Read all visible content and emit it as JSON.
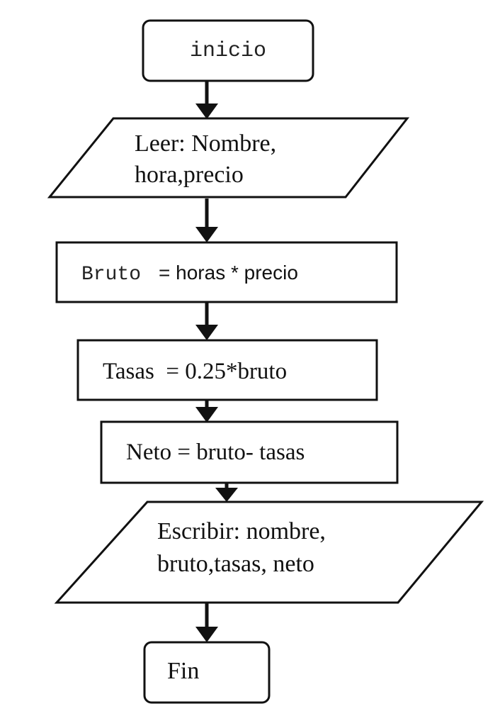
{
  "flowchart": {
    "start": {
      "label": "inicio"
    },
    "read_input": {
      "line1": "Leer: Nombre,",
      "line2": "hora,precio"
    },
    "calc_gross": {
      "var": "Bruto",
      "expr": "= horas * precio"
    },
    "calc_taxes": {
      "label": "Tasas  = 0.25*bruto"
    },
    "calc_net": {
      "label": "Neto = bruto- tasas"
    },
    "write_output": {
      "line1": "Escribir: nombre,",
      "line2": "bruto,tasas, neto"
    },
    "end": {
      "label": "Fin"
    }
  },
  "colors": {
    "stroke": "#111111",
    "fill": "#ffffff"
  }
}
